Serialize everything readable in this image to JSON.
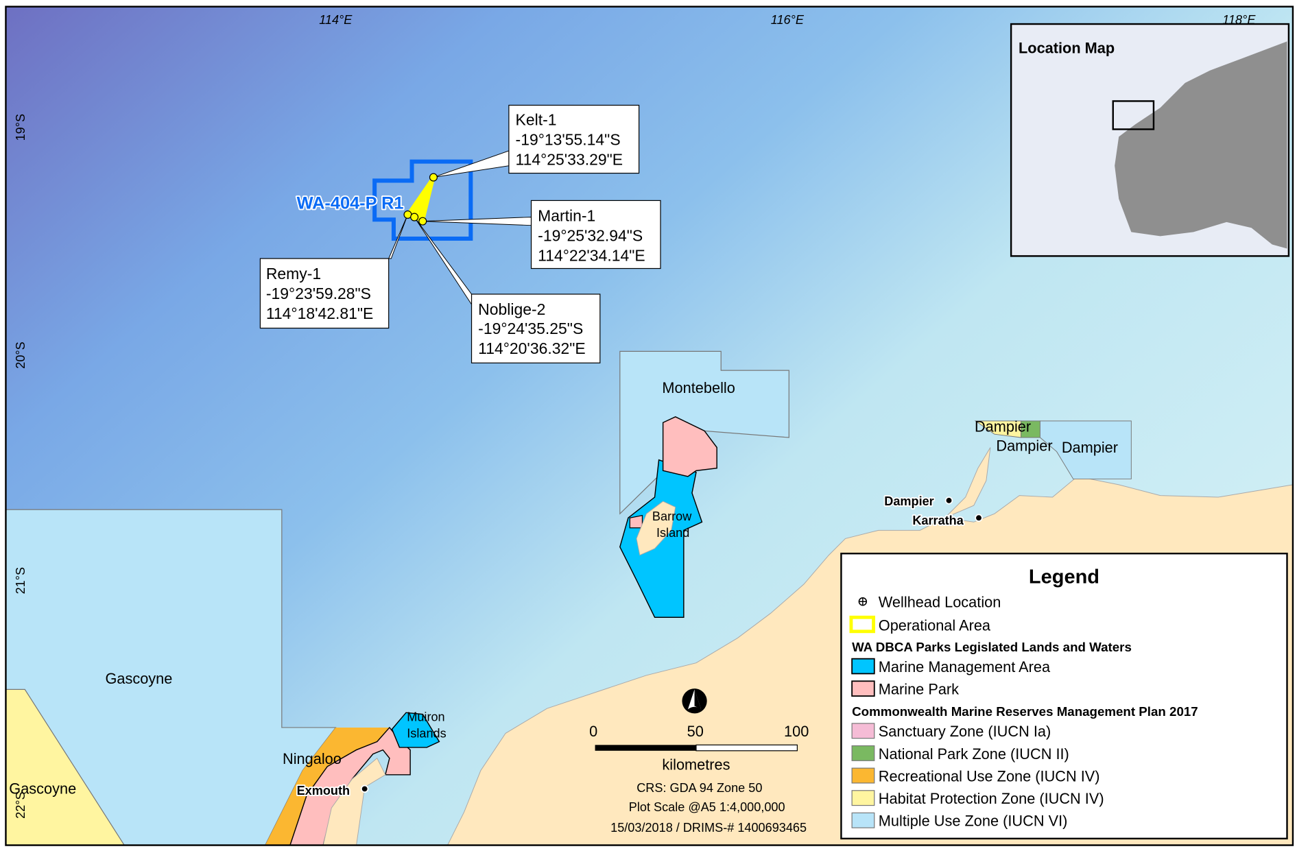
{
  "axes": {
    "top": [
      "114°E",
      "116°E",
      "118°E"
    ],
    "left": [
      "19°S",
      "20°S",
      "21°S",
      "22°S"
    ]
  },
  "permit": {
    "label": "WA-404-P R1",
    "color": "#0A6BF5"
  },
  "wells": [
    {
      "name": "Kelt-1",
      "lat": "-19°13'55.14\"S",
      "lon": "114°25'33.29\"E"
    },
    {
      "name": "Martin-1",
      "lat": "-19°25'32.94\"S",
      "lon": "114°22'34.14\"E"
    },
    {
      "name": "Remy-1",
      "lat": "-19°23'59.28\"S",
      "lon": "114°18'42.81\"E"
    },
    {
      "name": "Noblige-2",
      "lat": "-19°24'35.25\"S",
      "lon": "114°20'36.32\"E"
    }
  ],
  "areas": {
    "montebello": "Montebello",
    "barrow": [
      "Barrow",
      "Island"
    ],
    "dampier_hpz": "Dampier",
    "dampier_npz": "Dampier",
    "dampier_muz": "Dampier",
    "gascoyne_muz": "Gascoyne",
    "gascoyne_hpz": "Gascoyne",
    "ningaloo": "Ningaloo",
    "muiron": [
      "Muiron",
      "Islands"
    ]
  },
  "towns": [
    "Dampier",
    "Karratha",
    "Exmouth"
  ],
  "location_map": {
    "title": "Location Map"
  },
  "scale": {
    "ticks": [
      "0",
      "50",
      "100"
    ],
    "unit": "kilometres",
    "crs": "CRS: GDA 94 Zone 50",
    "plot_scale": "Plot Scale @A5 1:4,000,000",
    "date_ref": "15/03/2018 / DRIMS-# 1400693465"
  },
  "legend": {
    "title": "Legend",
    "wellhead": "Wellhead Location",
    "operational": "Operational Area",
    "group1": "WA DBCA Parks Legislated Lands and Waters",
    "group1_items": [
      {
        "label": "Marine Management Area",
        "color": "#00C5FF"
      },
      {
        "label": "Marine Park",
        "color": "#FFBEBE"
      }
    ],
    "group2": "Commonwealth Marine Reserves Management Plan 2017",
    "group2_items": [
      {
        "label": "Sanctuary Zone (IUCN Ia)",
        "color": "#F5BCD6"
      },
      {
        "label": "National Park Zone (IUCN II)",
        "color": "#7AB961"
      },
      {
        "label": "Recreational Use Zone (IUCN IV)",
        "color": "#FBB731"
      },
      {
        "label": "Habitat Protection Zone (IUCN IV)",
        "color": "#FFF5A0"
      },
      {
        "label": "Multiple Use Zone (IUCN VI)",
        "color": "#B8E4F8"
      }
    ]
  }
}
